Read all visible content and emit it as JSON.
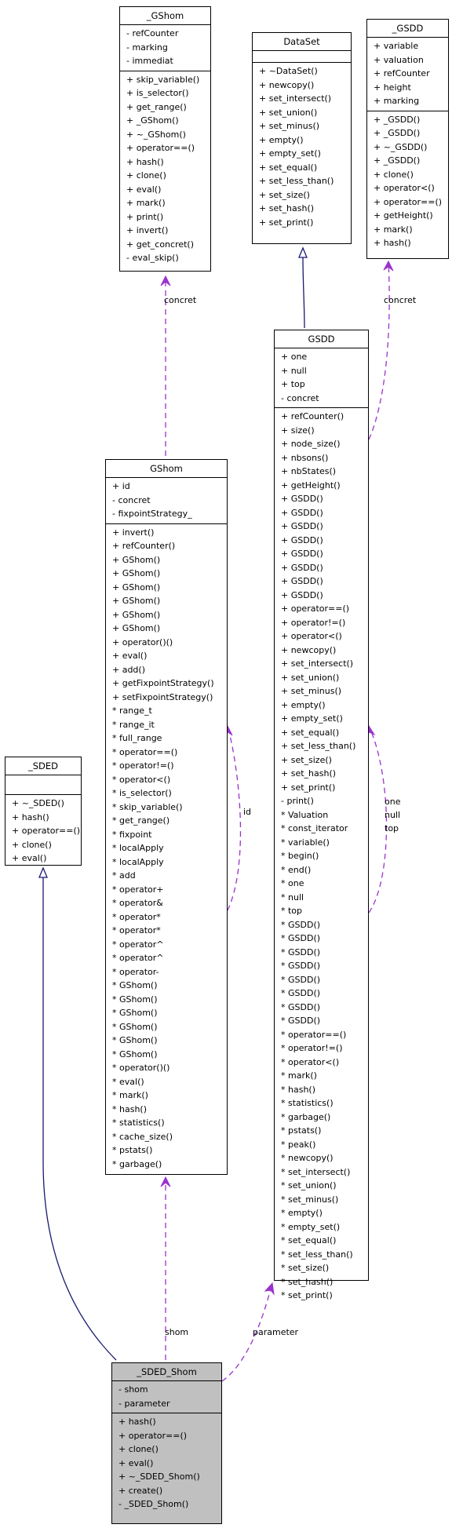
{
  "classes": {
    "gshom_base": {
      "name": "_GShom",
      "attributes": [
        "- refCounter",
        "- marking",
        "- immediat"
      ],
      "methods": [
        "+ skip_variable()",
        "+ is_selector()",
        "+ get_range()",
        "+ _GShom()",
        "+ ~_GShom()",
        "+ operator==()",
        "+ hash()",
        "+ clone()",
        "+ eval()",
        "+ mark()",
        "+ print()",
        "+ invert()",
        "+ get_concret()",
        "- eval_skip()"
      ]
    },
    "dataset": {
      "name": "DataSet",
      "attributes": [],
      "methods": [
        "+ ~DataSet()",
        "+ newcopy()",
        "+ set_intersect()",
        "+ set_union()",
        "+ set_minus()",
        "+ empty()",
        "+ empty_set()",
        "+ set_equal()",
        "+ set_less_than()",
        "+ set_size()",
        "+ set_hash()",
        "+ set_print()"
      ]
    },
    "gsdd_base": {
      "name": "_GSDD",
      "attributes": [
        "+ variable",
        "+ valuation",
        "+ refCounter",
        "+ height",
        "+ marking"
      ],
      "methods": [
        "+ _GSDD()",
        "+ _GSDD()",
        "+ ~_GSDD()",
        "+ _GSDD()",
        "+ clone()",
        "+ operator<()",
        "+ operator==()",
        "+ getHeight()",
        "+ mark()",
        "+ hash()"
      ]
    },
    "gsdd": {
      "name": "GSDD",
      "attributes": [
        "+ one",
        "+ null",
        "+ top",
        "- concret"
      ],
      "methods": [
        "+ refCounter()",
        "+ size()",
        "+ node_size()",
        "+ nbsons()",
        "+ nbStates()",
        "+ getHeight()",
        "+ GSDD()",
        "+ GSDD()",
        "+ GSDD()",
        "+ GSDD()",
        "+ GSDD()",
        "+ GSDD()",
        "+ GSDD()",
        "+ GSDD()",
        "+ operator==()",
        "+ operator!=()",
        "+ operator<()",
        "+ newcopy()",
        "+ set_intersect()",
        "+ set_union()",
        "+ set_minus()",
        "+ empty()",
        "+ empty_set()",
        "+ set_equal()",
        "+ set_less_than()",
        "+ set_size()",
        "+ set_hash()",
        "+ set_print()",
        "- print()",
        "* Valuation",
        "* const_iterator",
        "* variable()",
        "* begin()",
        "* end()",
        "* one",
        "* null",
        "* top",
        "* GSDD()",
        "* GSDD()",
        "* GSDD()",
        "* GSDD()",
        "* GSDD()",
        "* GSDD()",
        "* GSDD()",
        "* GSDD()",
        "* operator==()",
        "* operator!=()",
        "* operator<()",
        "* mark()",
        "* hash()",
        "* statistics()",
        "* garbage()",
        "* pstats()",
        "* peak()",
        "* newcopy()",
        "* set_intersect()",
        "* set_union()",
        "* set_minus()",
        "* empty()",
        "* empty_set()",
        "* set_equal()",
        "* set_less_than()",
        "* set_size()",
        "* set_hash()",
        "* set_print()"
      ]
    },
    "gshom": {
      "name": "GShom",
      "attributes": [
        "+ id",
        "- concret",
        "- fixpointStrategy_"
      ],
      "methods": [
        "+ invert()",
        "+ refCounter()",
        "+ GShom()",
        "+ GShom()",
        "+ GShom()",
        "+ GShom()",
        "+ GShom()",
        "+ GShom()",
        "+ operator()()",
        "+ eval()",
        "+ add()",
        "+ getFixpointStrategy()",
        "+ setFixpointStrategy()",
        "* range_t",
        "* range_it",
        "* full_range",
        "* operator==()",
        "* operator!=()",
        "* operator<()",
        "* is_selector()",
        "* skip_variable()",
        "* get_range()",
        "* fixpoint",
        "* localApply",
        "* localApply",
        "* add",
        "* operator+",
        "* operator&",
        "* operator*",
        "* operator*",
        "* operator^",
        "* operator^",
        "* operator-",
        "* GShom()",
        "* GShom()",
        "* GShom()",
        "* GShom()",
        "* GShom()",
        "* GShom()",
        "* operator()()",
        "* eval()",
        "* mark()",
        "* hash()",
        "* statistics()",
        "* cache_size()",
        "* pstats()",
        "* garbage()"
      ]
    },
    "sded": {
      "name": "_SDED",
      "attributes": [],
      "methods": [
        "+ ~_SDED()",
        "+ hash()",
        "+ operator==()",
        "+ clone()",
        "+ eval()"
      ]
    },
    "sded_shom": {
      "name": "_SDED_Shom",
      "attributes": [
        "- shom",
        "- parameter"
      ],
      "methods": [
        "+ hash()",
        "+ operator==()",
        "+ clone()",
        "+ eval()",
        "+ ~_SDED_Shom()",
        "+ create()",
        "- _SDED_Shom()"
      ]
    }
  },
  "edge_labels": {
    "gshom_concret": "concret",
    "gsdd_concret": "concret",
    "gshom_id": "id",
    "gsdd_one_null_top": [
      "one",
      "null",
      "top"
    ],
    "shom": "shom",
    "parameter": "parameter"
  },
  "colors": {
    "inheritance": "#191970",
    "usage": "#9a32cd",
    "highlight_fill": "#c0c0c0"
  }
}
